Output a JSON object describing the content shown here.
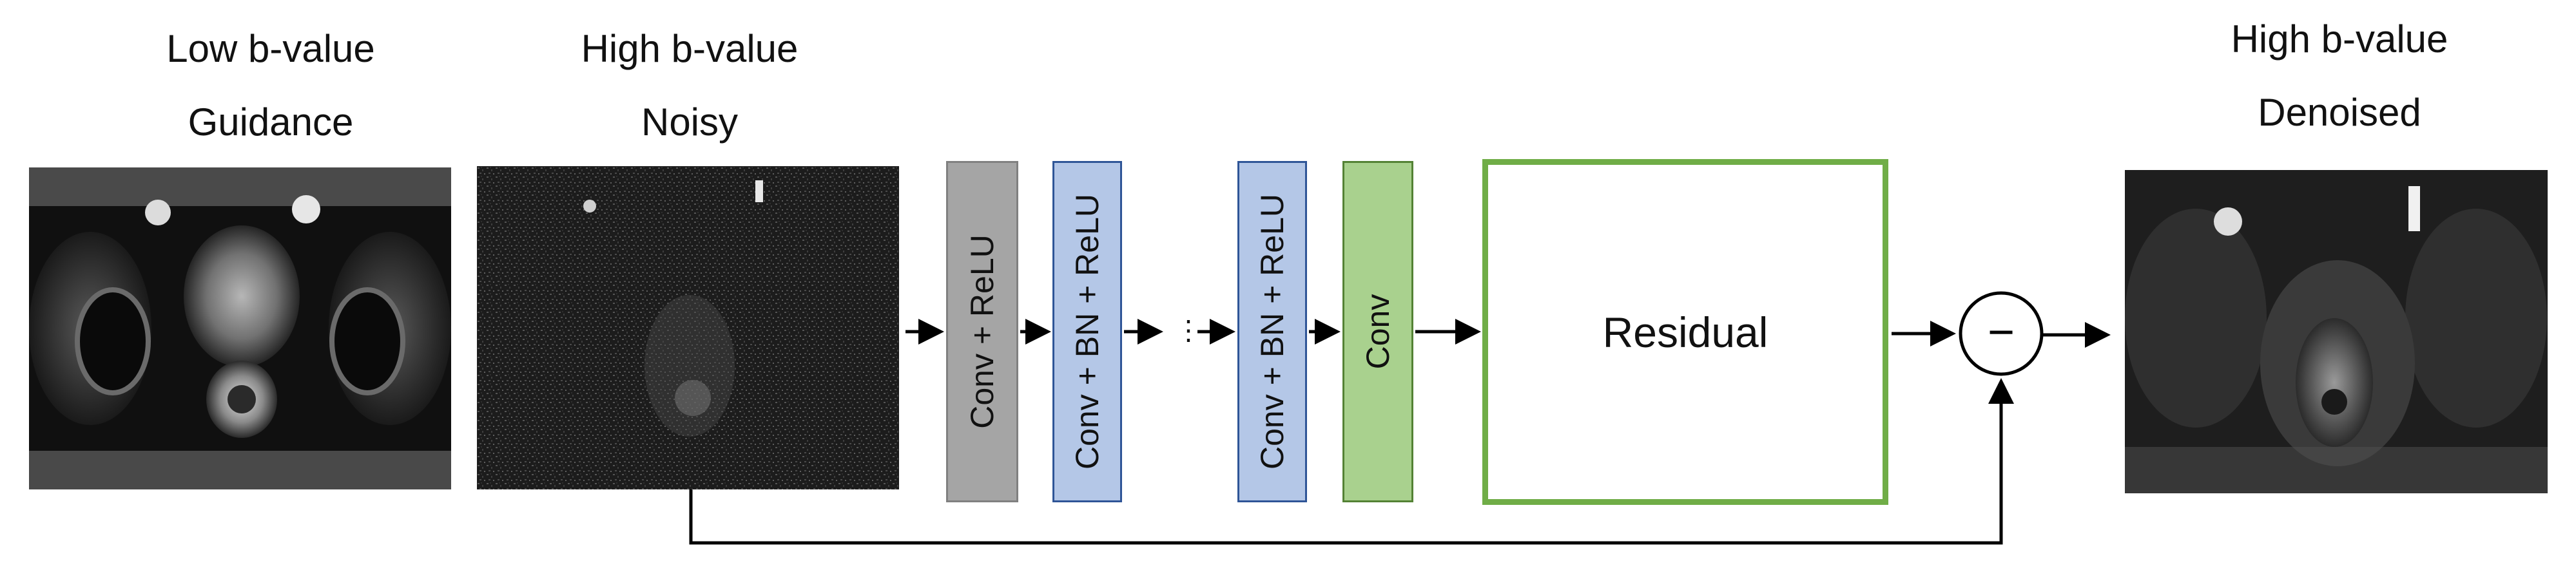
{
  "inputs": {
    "low_b": {
      "line1": "Low b-value",
      "line2": "Guidance"
    },
    "high_b_noisy": {
      "line1": "High b-value",
      "line2": "Noisy"
    }
  },
  "output": {
    "high_b_denoised": {
      "line1": "High b-value",
      "line2": "Denoised"
    }
  },
  "network": {
    "layers": [
      {
        "label": "Conv + ReLU",
        "color": "#a5a5a5",
        "border": "#808080"
      },
      {
        "label": "Conv + BN + ReLU",
        "color": "#b4c7e7",
        "border": "#2f5597"
      },
      {
        "label": "Conv + BN + ReLU",
        "color": "#b4c7e7",
        "border": "#2f5597"
      },
      {
        "label": "Conv",
        "color": "#a9d18e",
        "border": "#548235"
      }
    ],
    "ellipsis": "⋮",
    "residual_label": "Residual",
    "residual_border_color": "#70ad47"
  },
  "operator": {
    "symbol": "−",
    "name": "subtract"
  }
}
